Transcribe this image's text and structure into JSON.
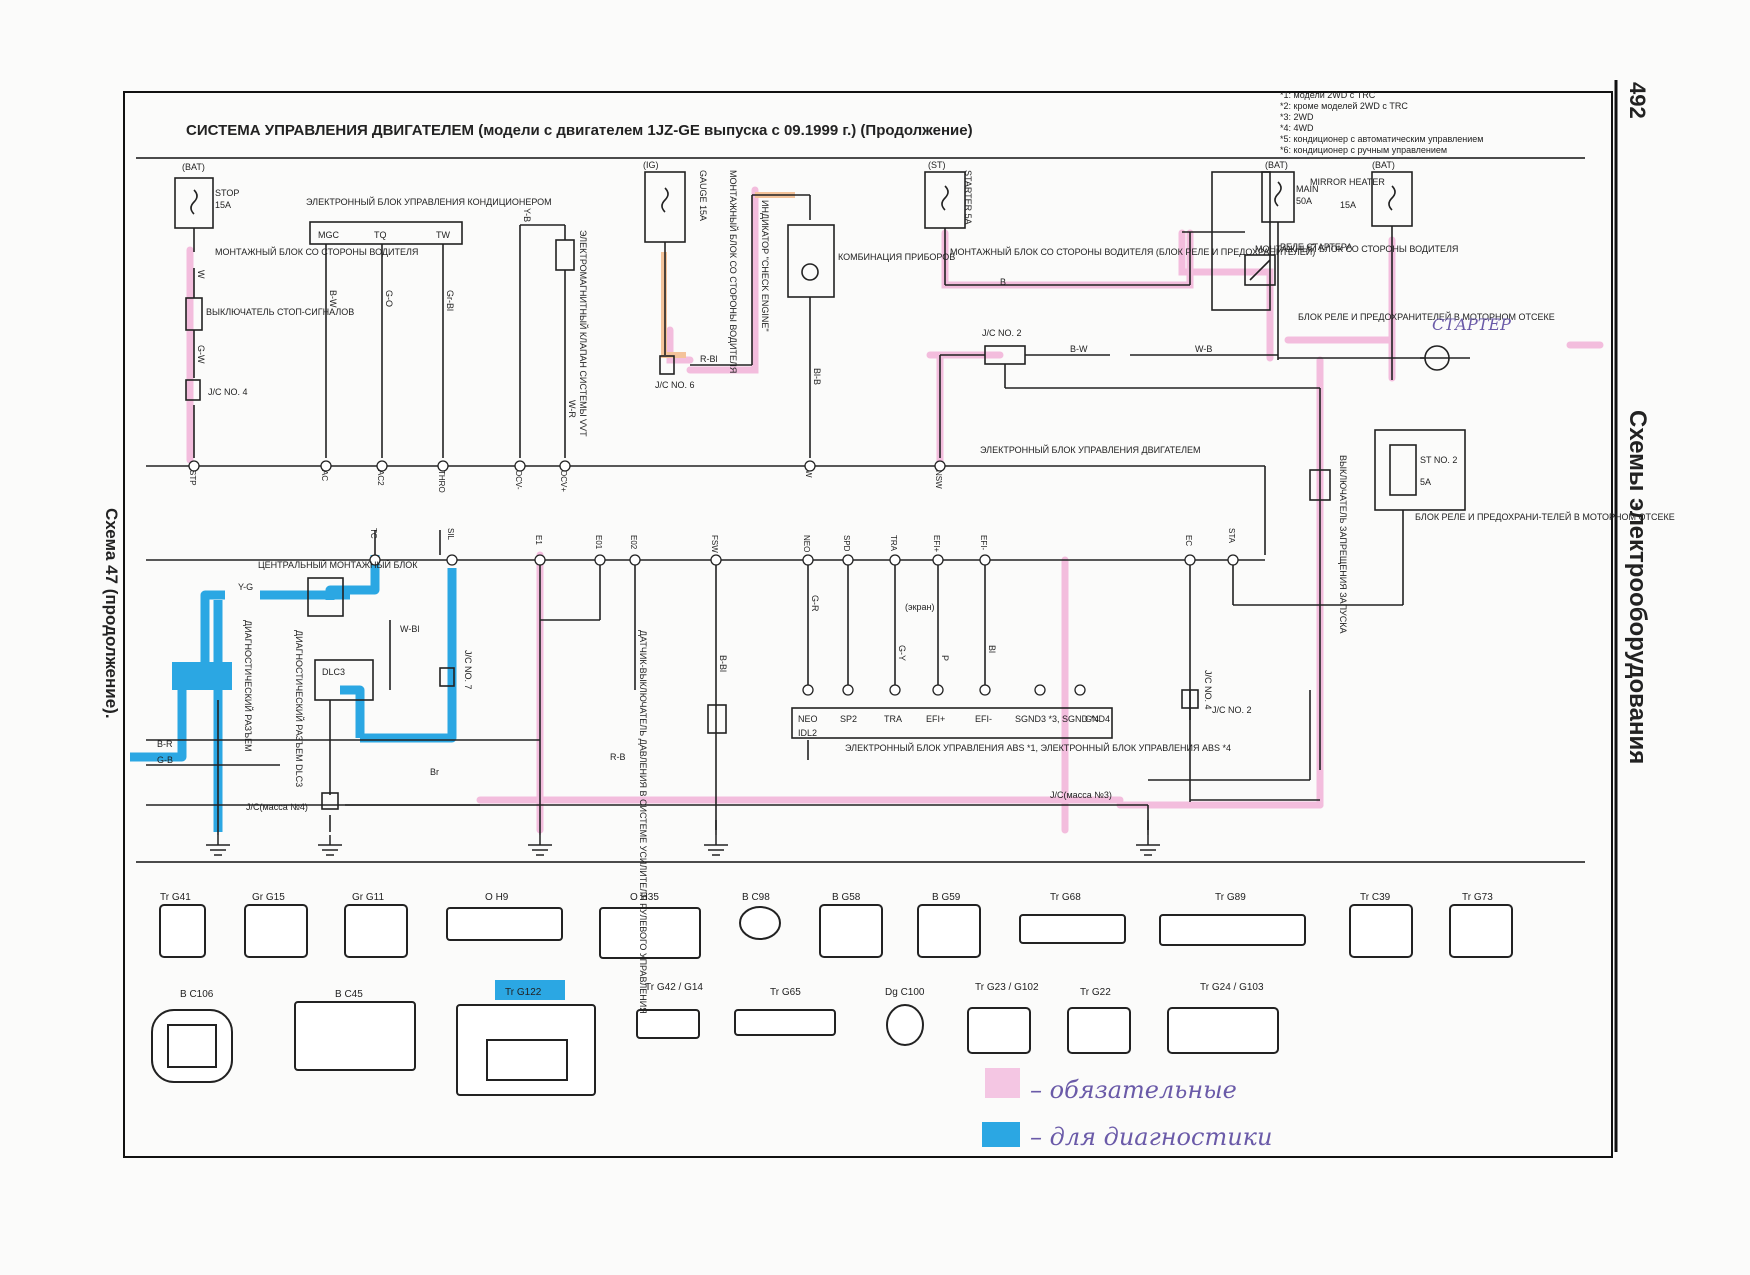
{
  "page": {
    "title": "СИСТЕМА УПРАВЛЕНИЯ ДВИГАТЕЛЕМ (модели с двигателем 1JZ-GE выпуска с 09.1999 г.) (Продолжение)",
    "page_number": "492",
    "side_title": "Схемы электрооборудования",
    "left_caption": "Схема 47 (продолжение).",
    "footnotes": [
      "*1: модели 2WD с TRC",
      "*2: кроме моделей 2WD с TRC",
      "*3: 2WD",
      "*4: 4WD",
      "*5: кондиционер с автоматическим управлением",
      "*6: кондиционер с ручным управлением"
    ]
  },
  "components": {
    "stop_fuse": {
      "source": "(BAT)",
      "name": "STOP",
      "rating": "15A"
    },
    "gauge_fuse": {
      "source": "(IG)",
      "name": "GAUGE 15A"
    },
    "starter_fuse": {
      "source": "(ST)",
      "name": "STARTER 5A"
    },
    "main_fuse": {
      "source": "(BAT)",
      "name": "MAIN",
      "rating": "50A"
    },
    "mirror_fuse": {
      "source": "(BAT)",
      "name": "MIRROR HEATER",
      "rating": "15A"
    },
    "st2_fuse": {
      "name": "ST NO. 2",
      "rating": "5A"
    },
    "driver_block": "МОНТАЖНЫЙ БЛОК СО СТОРОНЫ ВОДИТЕЛЯ",
    "brake_switch": "ВЫКЛЮЧАТЕЛЬ СТОП-СИГНАЛОВ",
    "jc4": "J/C NO. 4",
    "ac_ecu": "ЭЛЕКТРОННЫЙ БЛОК УПРАВЛЕНИЯ КОНДИЦИОНЕРОМ",
    "ac_pins": [
      "MGC",
      "TQ",
      "TW"
    ],
    "vvt": "ЭЛЕКТРОМАГНИТНЫЙ КЛАПАН СИСТЕМЫ VVT",
    "driver_block_vert": "МОНТАЖНЫЙ БЛОК СО СТОРОНЫ ВОДИТЕЛЯ",
    "check_engine": "ИНДИКАТОР \"CHECK ENGINE\"",
    "combination_meter": "КОМБИНАЦИЯ ПРИБОРОВ",
    "jc6": "J/C NO. 6",
    "driver_block_relay": "МОНТАЖНЫЙ БЛОК СО СТОРОНЫ ВОДИТЕЛЯ (БЛОК РЕЛЕ И ПРЕДОХРАНИТЕЛЕЙ)",
    "starter_relay": "РЕЛЕ СТАРТЕРА",
    "engine_relay_block": "БЛОК РЕЛЕ И ПРЕДОХРАНИТЕЛЕЙ В МОТОРНОМ ОТСЕКЕ",
    "driver_block_right": "МОНТАЖНЫЙ БЛОК СО СТОРОНЫ ВОДИТЕЛЯ",
    "jc2": "J/C NO. 2",
    "engine_ecu": "ЭЛЕКТРОННЫЙ БЛОК УПРАВЛЕНИЯ ДВИГАТЕЛЕМ",
    "neutral_switch": "ВЫКЛЮЧАТЕЛЬ ЗАПРЕЩЕНИЯ ЗАПУСКА",
    "engine_relay_block2": "БЛОК РЕЛЕ И ПРЕДОХРАНИ-ТЕЛЕЙ В МОТОРНОМ ОТСЕКЕ",
    "central_block": "ЦЕНТРАЛЬНЫЙ МОНТАЖНЫЙ БЛОК",
    "diag_connector": "ДИАГНОСТИЧЕСКИЙ РАЗЪЕМ",
    "dlc3": "ДИАГНОСТИЧЕСКИЙ РАЗЪЕМ DLC3",
    "dlc3_id": "DLC3",
    "jc7": "J/C NO. 7",
    "steering_sensor": "ДАТЧИК-ВЫКЛЮЧАТЕЛЬ ДАВЛЕНИЯ В СИСТЕМЕ УСИЛИТЕЛЯ РУЛЕВОГО УПРАВЛЕНИЯ",
    "abs_ecu": "ЭЛЕКТРОННЫЙ БЛОК УПРАВЛЕНИЯ ABS *1, ЭЛЕКТРОННЫЙ БЛОК УПРАВЛЕНИЯ ABS *4",
    "abs_pins": [
      "NEO",
      "SP2",
      "TRA",
      "EFI+",
      "EFI-",
      "SGND3 *3, SGND *4",
      "GND4"
    ],
    "abs_idl": "IDL2",
    "jc_mass4": "J/C(масса №4)",
    "jc_mass3": "J/C(масса №3)",
    "jc4b": "J/C NO. 4",
    "jc2b": "J/C NO. 2",
    "screen": "(экран)",
    "starter_hw": "СТАРТЕР",
    "ecu_top_pins": [
      "STP",
      "AC",
      "AC2",
      "THRO",
      "OCV-",
      "OCV+",
      "W",
      "NSW"
    ],
    "ecu_bot_pins": [
      "TC",
      "SIL",
      "E1",
      "E01",
      "E02",
      "FSW",
      "NEO",
      "SPD",
      "TRA",
      "EFI+",
      "EFI-",
      "EC",
      "STA"
    ]
  },
  "wires": [
    "W",
    "G-W",
    "B-W",
    "G-O",
    "Gr-Bl",
    "Y-B",
    "W-R",
    "R-Bl",
    "Bl-B",
    "B",
    "B-W",
    "W-B",
    "Y-G",
    "W-Bl",
    "G-R",
    "G-Y",
    "P",
    "Bl",
    "Br",
    "R-B",
    "B-Bl",
    "B-R",
    "G-B"
  ],
  "connectors_row1": [
    {
      "color": "Tr",
      "id": "G41"
    },
    {
      "color": "Gr",
      "id": "G15"
    },
    {
      "color": "Gr",
      "id": "G11"
    },
    {
      "color": "O",
      "id": "H9"
    },
    {
      "color": "O",
      "id": "H35"
    },
    {
      "color": "B",
      "id": "C98"
    },
    {
      "color": "B",
      "id": "G58"
    },
    {
      "color": "B",
      "id": "G59"
    },
    {
      "color": "Tr",
      "id": "G68"
    },
    {
      "color": "Tr",
      "id": "G89"
    },
    {
      "color": "Tr",
      "id": "C39"
    },
    {
      "color": "Tr",
      "id": "G73"
    }
  ],
  "connectors_row2": [
    {
      "color": "B",
      "id": "C106"
    },
    {
      "color": "B",
      "id": "C45"
    },
    {
      "color": "Tr",
      "id": "G122"
    },
    {
      "color": "Tr",
      "id": "G42 / G14"
    },
    {
      "color": "Tr",
      "id": "G65"
    },
    {
      "color": "Dg",
      "id": "C100"
    },
    {
      "color": "Tr",
      "id": "G23 / G102"
    },
    {
      "color": "Tr",
      "id": "G22"
    },
    {
      "color": "Tr",
      "id": "G24 / G103"
    }
  ],
  "legend": {
    "pink_label": "– обязательные",
    "blue_label": "– для диагностики",
    "pink_color": "#f4c6e3",
    "blue_color": "#2ba7e3"
  }
}
